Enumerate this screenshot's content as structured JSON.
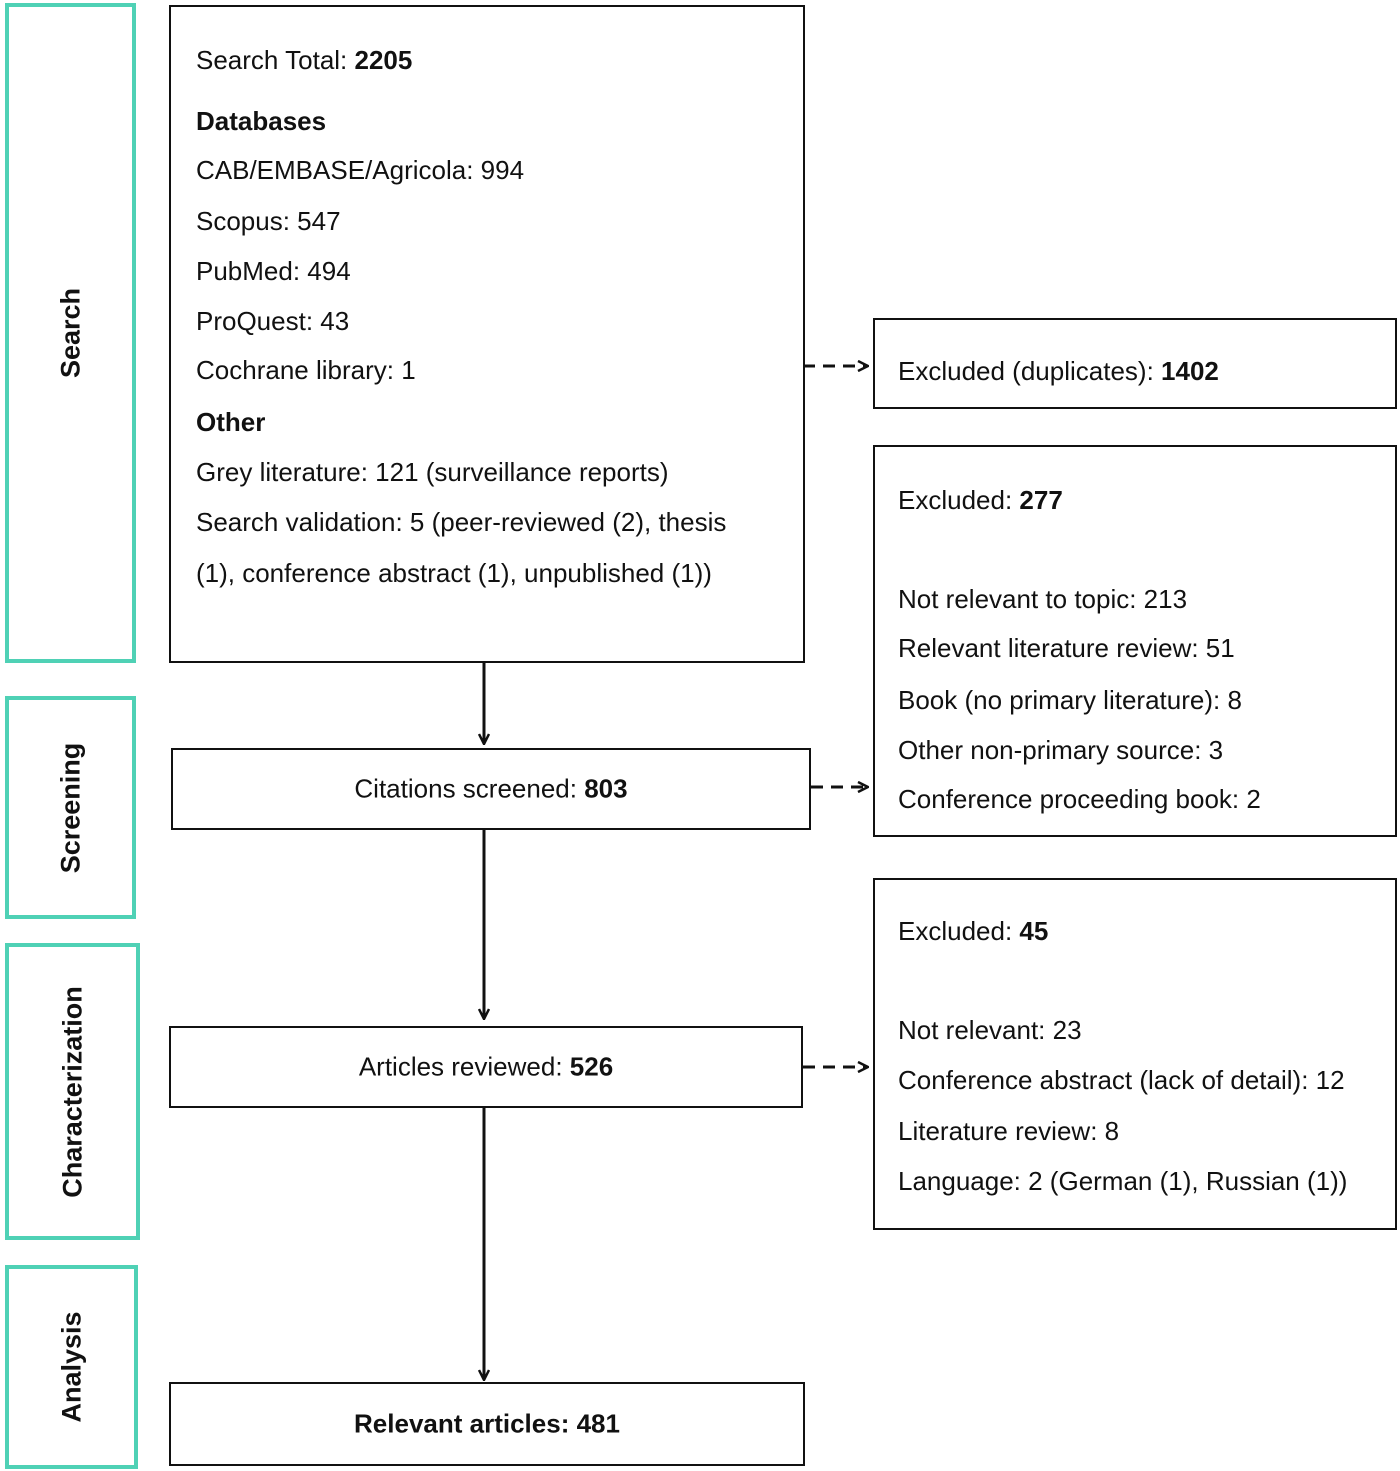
{
  "stages": {
    "search": "Search",
    "screening": "Screening",
    "characterization": "Characterization",
    "analysis": "Analysis"
  },
  "search_box": {
    "total_label": "Search Total: ",
    "total_value": "2205",
    "databases_heading": "Databases",
    "databases": [
      "CAB/EMBASE/Agricola: 994",
      "Scopus: 547",
      "PubMed: 494",
      "ProQuest: 43",
      "Cochrane library: 1"
    ],
    "other_heading": "Other",
    "other": [
      "Grey literature: 121 (surveillance reports)",
      "Search validation: 5 (peer-reviewed (2), thesis",
      "(1), conference abstract (1), unpublished (1))"
    ]
  },
  "duplicates_box": {
    "label": "Excluded (duplicates): ",
    "value": "1402"
  },
  "screened_box": {
    "label": "Citations screened: ",
    "value": "803"
  },
  "excluded_screening_box": {
    "label": "Excluded: ",
    "value": "277",
    "items": [
      "Not relevant to topic: 213",
      "Relevant literature review: 51",
      "Book (no primary literature): 8",
      "Other non-primary source: 3",
      "Conference proceeding book: 2"
    ]
  },
  "reviewed_box": {
    "label": "Articles reviewed: ",
    "value": "526"
  },
  "excluded_characterization_box": {
    "label": "Excluded: ",
    "value": "45",
    "items": [
      "Not relevant: 23",
      "Conference abstract (lack of detail): 12",
      "Literature review: 8",
      "Language: 2 (German (1), Russian (1))"
    ]
  },
  "relevant_box": {
    "label": "Relevant articles: 481"
  }
}
